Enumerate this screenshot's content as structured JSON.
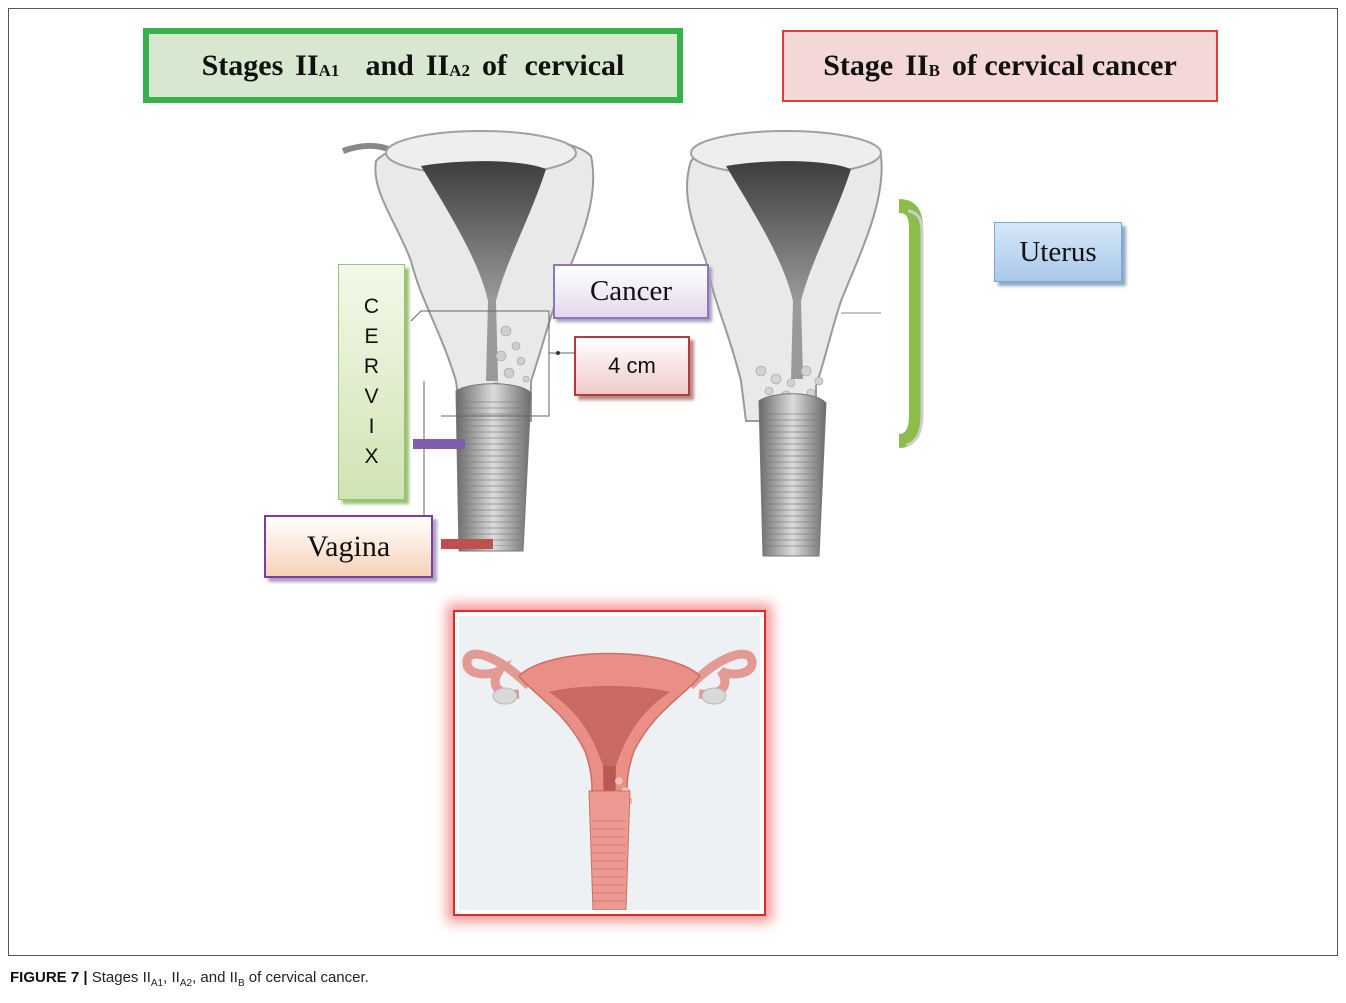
{
  "titles": {
    "left_prefix": "Stages",
    "left_stage1": "II",
    "left_stage1_sub": "A1",
    "left_and": "and",
    "left_stage2": "II",
    "left_stage2_sub": "A2",
    "left_suffix": "of cervical",
    "right_prefix": "Stage",
    "right_stage": "II",
    "right_stage_sub": "B",
    "right_suffix": "of cervical cancer"
  },
  "labels": {
    "cervix_letters": [
      "C",
      "E",
      "R",
      "V",
      "I",
      "X"
    ],
    "cancer": "Cancer",
    "size": "4 cm",
    "vagina": "Vagina",
    "uterus": "Uterus"
  },
  "caption": {
    "figure": "FIGURE 7 |",
    "text_1": "Stages II",
    "sub_1": "A1",
    "text_2": ", II",
    "sub_2": "A2",
    "text_3": ", and II",
    "sub_3": "B",
    "text_4": " of cervical cancer."
  },
  "colors": {
    "green_accent": "#36b24a",
    "red_accent": "#e23b3b",
    "cervix_connector": "#7d5fae",
    "vagina_connector": "#c0504d",
    "uterus_bracket": "#8cbd4b"
  }
}
